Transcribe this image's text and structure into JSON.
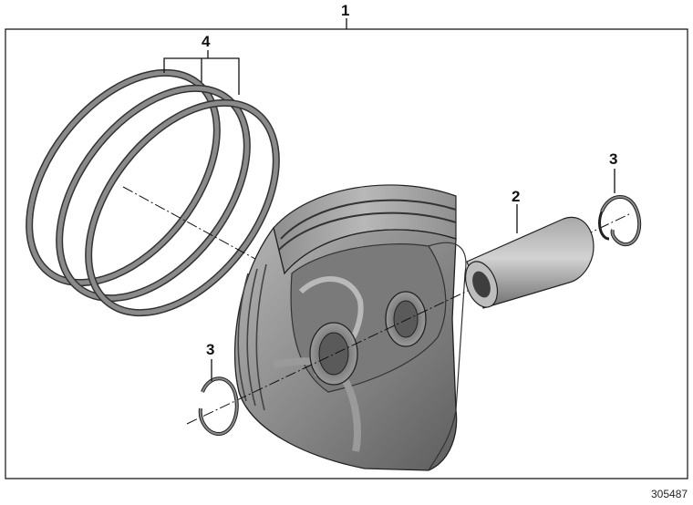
{
  "diagram": {
    "labels": {
      "assembly": "1",
      "piston_pin": "2",
      "circlip_right": "3",
      "circlip_left": "3",
      "piston_rings": "4"
    },
    "document_number": "305487",
    "colors": {
      "line": "#111111",
      "piston_body": "#8c8c8c",
      "piston_dark": "#5a5a5a",
      "piston_light": "#c4c4c4",
      "ring": "#7a7a7a",
      "background": "#ffffff"
    }
  }
}
